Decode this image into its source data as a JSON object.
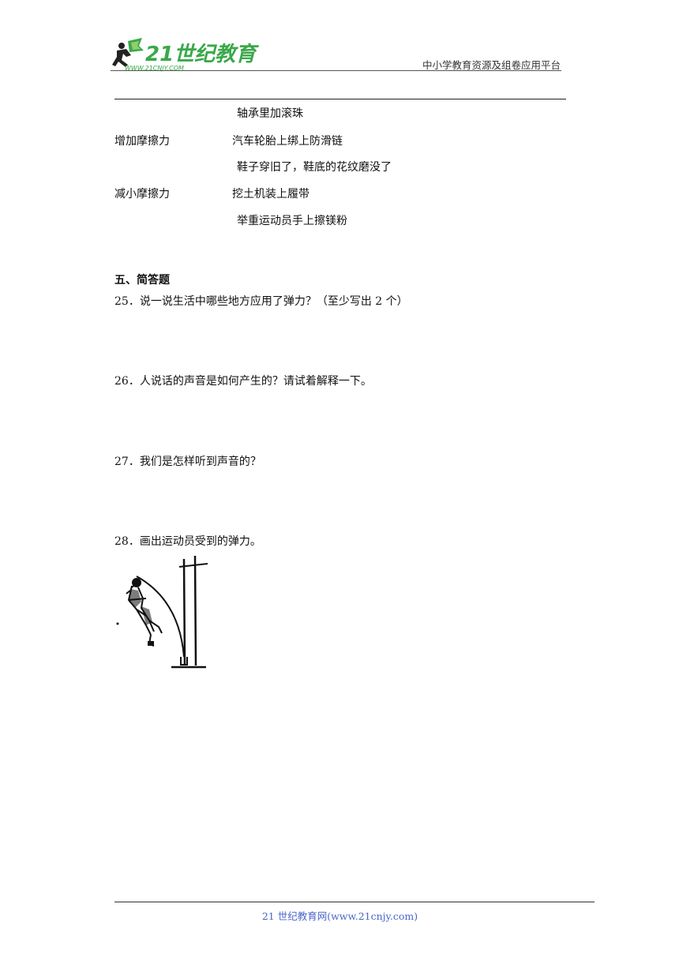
{
  "header": {
    "logo_text": "21世纪教育",
    "logo_url": "WWW.21CNJY.COM",
    "right_text": "中小学教育资源及组卷应用平台"
  },
  "matching": {
    "col_a": [
      "增加摩擦力",
      "减小摩擦力"
    ],
    "col_b": [
      "轴承里加滚珠",
      "汽车轮胎上绑上防滑链",
      "鞋子穿旧了，鞋底的花纹磨没了",
      "挖土机装上履带",
      "举重运动员手上擦镁粉"
    ]
  },
  "section": {
    "title": "五、简答题"
  },
  "questions": [
    {
      "text": "25．说一说生活中哪些地方应用了弹力？（至少写出 2 个）"
    },
    {
      "text": "26．人说话的声音是如何产生的？请试着解释一下。"
    },
    {
      "text": "27．我们是怎样听到声音的？"
    },
    {
      "text": "28．画出运动员受到的弹力。"
    }
  ],
  "footer": {
    "text": "21 世纪教育网(www.21cnjy.com)"
  },
  "colors": {
    "logo_green": "#3aa84a",
    "footer_blue": "#4a66c8"
  }
}
